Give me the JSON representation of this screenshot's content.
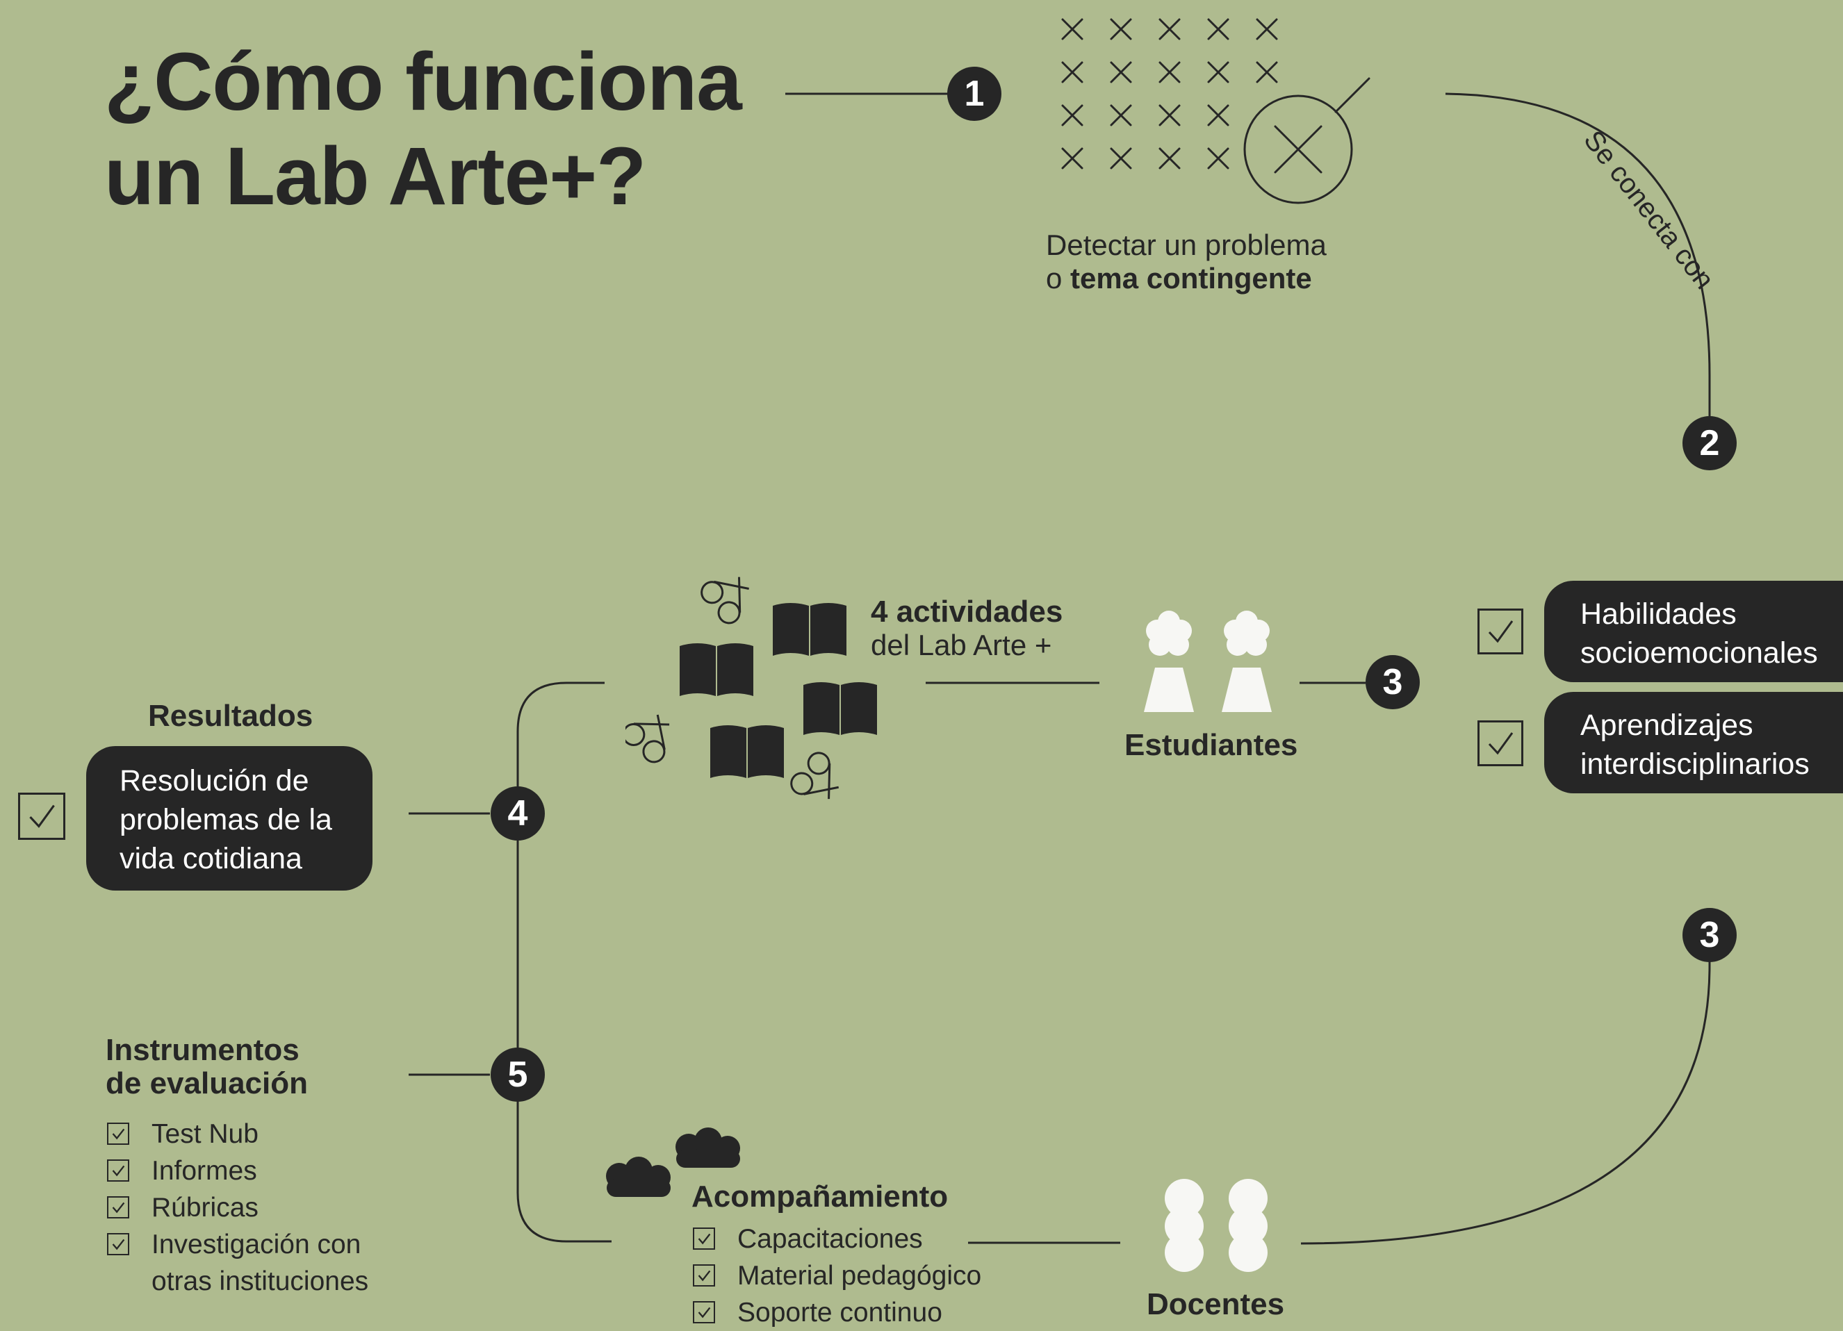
{
  "title": {
    "line1": "¿Cómo funciona",
    "line2": "un Lab Arte+?"
  },
  "connector_label": "Se conecta con",
  "steps": {
    "s1": "1",
    "s2": "2",
    "s3a": "3",
    "s3b": "3",
    "s4": "4",
    "s5": "5"
  },
  "problem": {
    "line1": "Detectar un problema",
    "line2_prefix": "o ",
    "line2_bold": "tema contingente"
  },
  "activities": {
    "line1": "4 actividades",
    "line2": "del Lab Arte +"
  },
  "students": {
    "label": "Estudiantes"
  },
  "skills": {
    "item1_line1": "Habilidades",
    "item1_line2": "socioemocionales",
    "item2_line1": "Aprendizajes",
    "item2_line2": "interdisciplinarios"
  },
  "results": {
    "heading": "Resultados",
    "line1": "Resolución de",
    "line2": "problemas de la",
    "line3": "vida cotidiana"
  },
  "evaluation": {
    "heading_line1": "Instrumentos",
    "heading_line2": "de evaluación",
    "items": [
      "Test Nub",
      "Informes",
      "Rúbricas",
      "Investigación con"
    ],
    "item4_cont": "otras instituciones"
  },
  "support": {
    "heading": "Acompañamiento",
    "items": [
      "Capacitaciones",
      "Material pedagógico",
      "Soporte continuo"
    ]
  },
  "teachers": {
    "label": "Docentes"
  },
  "colors": {
    "background": "#afbb8f",
    "ink": "#262626",
    "light": "#f7f7f4"
  },
  "icons": [
    "x-grid-icon",
    "magnifier-x-icon",
    "book-icon",
    "scissors-icon",
    "person-icon",
    "cloud-icon",
    "checkbox-icon"
  ]
}
